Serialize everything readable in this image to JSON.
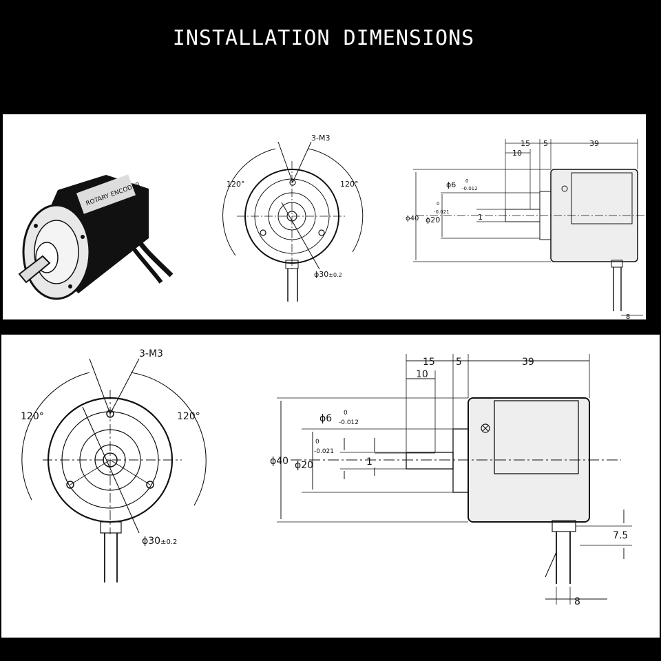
{
  "header": {
    "title": "INSTALLATION DIMENSIONS"
  },
  "product": {
    "label_text": "ROTARY ENCODER"
  },
  "front_view": {
    "holes_label": "3-M3",
    "angle_left": "120°",
    "angle_right": "120°",
    "pcd_label": "ϕ30",
    "pcd_tolerance": "±0.2"
  },
  "side_view": {
    "dim_15": "15",
    "dim_5": "5",
    "dim_39": "39",
    "dim_10": "10",
    "shaft_dia": "ϕ6",
    "shaft_tol_upper": "0",
    "shaft_tol_lower": "-0.012",
    "flat_dim": "1",
    "body_dia": "ϕ40",
    "boss_dia": "ϕ20",
    "boss_tol_upper": "0",
    "boss_tol_lower": "-0.021",
    "cable_offset": "7.5",
    "cable_width": "8"
  },
  "colors": {
    "background": "#000000",
    "panel": "#ffffff",
    "ink": "#111111",
    "body_fill": "#eeeeee"
  }
}
